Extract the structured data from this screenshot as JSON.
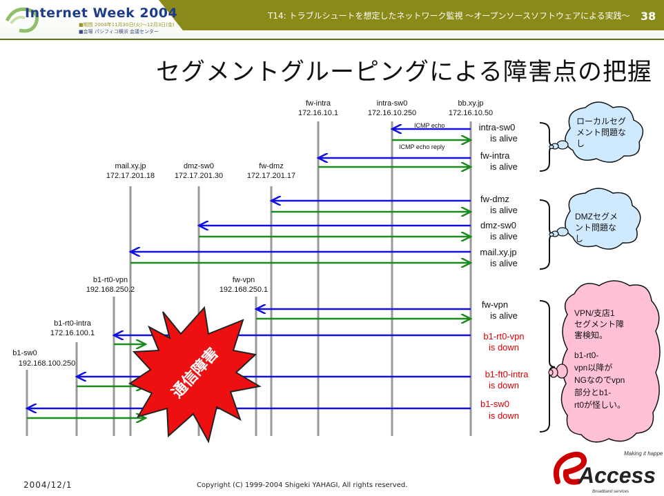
{
  "banner": {
    "event_title": "Internet Week 2004",
    "info_line_1": "■期間 2004年11月30日(火)～12月3日(金)",
    "info_line_2": "■会場 パシフィコ横浜 会議センター",
    "session_title": "T14: トラブルシュートを想定したネットワーク監視 ～オープンソースソフトウェアによる実践～",
    "page_number": "38"
  },
  "slide_title": "セグメントグルーピングによる障害点の把握",
  "hosts": [
    {
      "name": "bb.xy.jp",
      "ip": "172.16.10.50"
    },
    {
      "name": "intra-sw0",
      "ip": "172.16.10.250"
    },
    {
      "name": "fw-intra",
      "ip": "172.16.10.1"
    },
    {
      "name": "fw-dmz",
      "ip": "172.17.201.17"
    },
    {
      "name": "dmz-sw0",
      "ip": "172.17.201.30"
    },
    {
      "name": "mail.xy.jp",
      "ip": "172.17.201.18"
    },
    {
      "name": "fw-vpn",
      "ip": "192.168.250.1"
    },
    {
      "name": "b1-rt0-vpn",
      "ip": "192.168.250.2"
    },
    {
      "name": "b1-rt0-intra",
      "ip": "172.16.100.1"
    },
    {
      "name": "b1-sw0",
      "ip": "192.168.100.250"
    }
  ],
  "arrow_labels": {
    "icmp_echo": "ICMP echo",
    "icmp_echo_reply": "ICMP echo reply"
  },
  "status": [
    {
      "host": "intra-sw0",
      "state": "is alive",
      "ok": true
    },
    {
      "host": "fw-intra",
      "state": "is alive",
      "ok": true
    },
    {
      "host": "fw-dmz",
      "state": "is alive",
      "ok": true
    },
    {
      "host": "dmz-sw0",
      "state": "is alive",
      "ok": true
    },
    {
      "host": "mail.xy.jp",
      "state": "is alive",
      "ok": true
    },
    {
      "host": "fw-vpn",
      "state": "is alive",
      "ok": true
    },
    {
      "host": "b1-rt0-vpn",
      "state": "is down",
      "ok": false
    },
    {
      "host": "b1-ft0-intra",
      "state": "is down",
      "ok": false
    },
    {
      "host": "b1-sw0",
      "state": "is down",
      "ok": false
    }
  ],
  "callouts": {
    "local": [
      "ローカルセグ",
      "メント問題な",
      "し"
    ],
    "dmz": [
      "DMZセグメ",
      "ント問題な",
      "し"
    ],
    "vpn": [
      "VPN/支店1",
      "セグメント障",
      "害検知。",
      "b1-rt0-",
      "vpn以降が",
      "NGなのでvpn",
      "部分とb1-",
      "rt0が怪しい。"
    ]
  },
  "failure_label": "通信障害",
  "footer": {
    "date": "2004/12/1",
    "copyright": "Copyright (C) 1999-2004 Shigeki YAHAGI, All rights reserved."
  },
  "logo": {
    "tagline": "Making it happen",
    "name": "Access",
    "sub": "Broadband services"
  },
  "colors": {
    "banner_olive": "#8a8a18",
    "request_arrow": "#1010e0",
    "reply_arrow": "#1a8a1a",
    "down_text": "#e00000",
    "callout_fill": "#cfe9ff",
    "vpn_callout_fill": "#ffc0d8",
    "burst_fill": "#ee1010",
    "logo_red": "#cc0000"
  }
}
